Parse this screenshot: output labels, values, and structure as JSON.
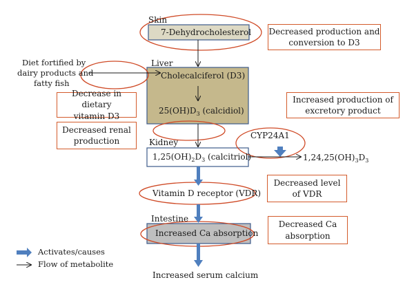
{
  "colors": {
    "ellipse": "#cf4a26",
    "box_border": "#d35a2a",
    "main_box_fill_skin": "#ddd9c4",
    "main_box_fill_liver": "#c5b88c",
    "main_box_fill_intestine": "#bfbfbf",
    "box_outline": "#3d5a8a",
    "activates_arrow": "#4f7fbe",
    "metabolite_arrow": "#1a1a1a"
  },
  "organs": {
    "skin": "Skin",
    "liver": "Liver",
    "kidney": "Kidney",
    "intestine": "Intestine"
  },
  "metabolites": {
    "dehydro": "7-Dehydrocholesterol",
    "cholecalciferol": "Cholecalciferol (D3)",
    "calcidiol_pre": "25(OH)D",
    "calcidiol_sub": "3",
    "calcidiol_post": " (calcidiol)",
    "calcitriol_pre": "1,25(OH)",
    "calcitriol_sub1": "2",
    "calcitriol_mid": "D",
    "calcitriol_sub2": "3",
    "calcitriol_post": " (calcitriol)",
    "trihydroxy_pre": "1,24,25(OH)",
    "trihydroxy_sub1": "3",
    "trihydroxy_mid": "D",
    "trihydroxy_sub2": "3",
    "enzyme": "CYP24A1",
    "vdr": "Vitamin D receptor (VDR)",
    "ca_absorption": "Increased Ca absorption",
    "serum_calcium": "Increased serum calcium"
  },
  "diet": {
    "line1": "Diet fortified by",
    "line2": "dairy products and",
    "line3": "fatty fish"
  },
  "effects": {
    "d3_production_1": "Decreased production and",
    "d3_production_2": "conversion to D3",
    "dietary_1": "Decrease in dietary",
    "dietary_2": "vitamin D3",
    "renal_1": "Decreased renal",
    "renal_2": "production",
    "excretory_1": "Increased production of",
    "excretory_2": "excretory product",
    "vdr_level_1": "Decreased level",
    "vdr_level_2": "of VDR",
    "ca_1": "Decreased Ca",
    "ca_2": "absorption"
  },
  "legend": {
    "activates": "Activates/causes",
    "flow": "Flow of metabolite"
  }
}
